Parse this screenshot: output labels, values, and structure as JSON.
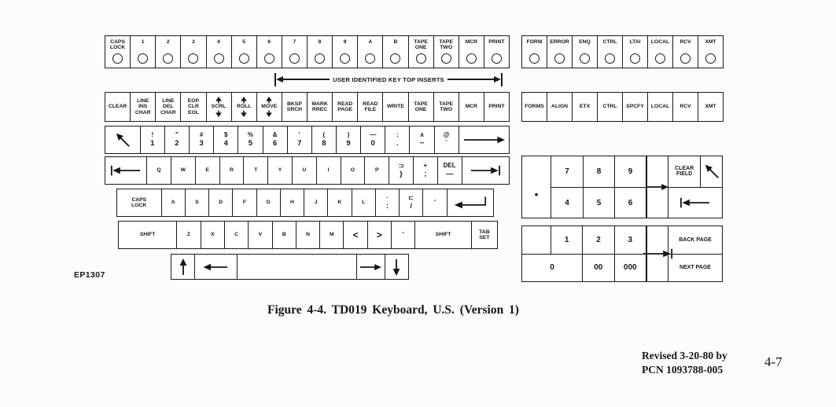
{
  "page": {
    "caption": "Figure 4-4.  TD019 Keyboard, U.S.  (Version 1)",
    "diagram_code": "EP1307",
    "revision": [
      "Revised 3-20-80 by",
      "PCN 1093788-005"
    ],
    "page_number": "4-7"
  },
  "keyboard": {
    "annotation": "USER IDENTIFIED KEY TOP INSERTS",
    "rows": {
      "indicators_left": [
        {
          "t": "CAPS\nLOCK",
          "ind": true
        },
        {
          "t": "1",
          "ind": true
        },
        {
          "t": "2",
          "ind": true
        },
        {
          "t": "3",
          "ind": true
        },
        {
          "t": "4",
          "ind": true
        },
        {
          "t": "5",
          "ind": true
        },
        {
          "t": "6",
          "ind": true
        },
        {
          "t": "7",
          "ind": true
        },
        {
          "t": "8",
          "ind": true
        },
        {
          "t": "9",
          "ind": true
        },
        {
          "t": "A",
          "ind": true
        },
        {
          "t": "B",
          "ind": true
        },
        {
          "t": "TAPE\nONE",
          "ind": true
        },
        {
          "t": "TAPE\nTWO",
          "ind": true
        },
        {
          "t": "MCR",
          "ind": true
        },
        {
          "t": "PRINT",
          "ind": true
        }
      ],
      "indicators_right": [
        {
          "t": "FORM",
          "ind": true
        },
        {
          "t": "ERROR",
          "ind": true
        },
        {
          "t": "ENQ",
          "ind": true
        },
        {
          "t": "CTRL",
          "ind": true
        },
        {
          "t": "LTAI",
          "ind": true
        },
        {
          "t": "LOCAL",
          "ind": true
        },
        {
          "t": "RCV",
          "ind": true
        },
        {
          "t": "XMT",
          "ind": true
        }
      ],
      "functions_left": [
        {
          "t": "CLEAR"
        },
        {
          "t": "LINE\nINS\nCHAR"
        },
        {
          "t": "LINE\nDEL\nCHAR"
        },
        {
          "t": "EOP\nCLR\nEOL"
        },
        {
          "t": "SCRL",
          "ud": true
        },
        {
          "t": "ROLL",
          "ud": true
        },
        {
          "t": "MOVE",
          "ud": true
        },
        {
          "t": "BKSP\nSRCH"
        },
        {
          "t": "MARK\nRREC"
        },
        {
          "t": "READ\nPAGE"
        },
        {
          "t": "READ\nFILE"
        },
        {
          "t": "WRITE"
        },
        {
          "t": "TAPE\nONE"
        },
        {
          "t": "TAPE\nTWO"
        },
        {
          "t": "MCR"
        },
        {
          "t": "PRINT"
        }
      ],
      "functions_right": [
        {
          "t": "FORMS"
        },
        {
          "t": "ALIGN"
        },
        {
          "t": "ETX"
        },
        {
          "t": "CTRL"
        },
        {
          "t": "SPCFY"
        },
        {
          "t": "LOCAL"
        },
        {
          "t": "RCV"
        },
        {
          "t": "XMT"
        }
      ],
      "row_numbers": [
        {
          "icon": "nw",
          "w": 1.45,
          "id": "home-arrow"
        },
        {
          "s": "!",
          "m": "1"
        },
        {
          "s": "\"",
          "m": "2"
        },
        {
          "s": "#",
          "m": "3"
        },
        {
          "s": "$",
          "m": "4"
        },
        {
          "s": "%",
          "m": "5"
        },
        {
          "s": "&",
          "m": "6"
        },
        {
          "s": "'",
          "m": "7"
        },
        {
          "s": "(",
          "m": "8"
        },
        {
          "s": ")",
          "m": "9"
        },
        {
          "s": "—",
          "m": "0"
        },
        {
          "s": ":",
          "m": "."
        },
        {
          "s": "∧",
          "m": "~"
        },
        {
          "s": "@",
          "m": "`"
        },
        {
          "icon": "rightlong",
          "w": 2.1,
          "id": "cursor-right"
        }
      ],
      "row_qwerty": [
        {
          "icon": "tabl",
          "w": 1.75,
          "id": "tab-left"
        },
        {
          "t": "Q"
        },
        {
          "t": "W"
        },
        {
          "t": "E"
        },
        {
          "t": "R"
        },
        {
          "t": "T"
        },
        {
          "t": "Y"
        },
        {
          "t": "U"
        },
        {
          "t": "I"
        },
        {
          "t": "O"
        },
        {
          "t": "P"
        },
        {
          "s": "⊐",
          "m": "}"
        },
        {
          "s": "+",
          "m": ";"
        },
        {
          "s": "DEL",
          "m": "—",
          "id": "del"
        },
        {
          "icon": "tabr",
          "w": 2,
          "id": "tab-right"
        }
      ],
      "row_home": [
        {
          "t": "CAPS\nLOCK",
          "w": 1.9,
          "id": "caps-lock"
        },
        {
          "t": "A"
        },
        {
          "t": "S"
        },
        {
          "t": "D"
        },
        {
          "t": "F"
        },
        {
          "t": "G"
        },
        {
          "t": "H"
        },
        {
          "t": "J"
        },
        {
          "t": "K"
        },
        {
          "t": "L"
        },
        {
          "s": "·",
          "m": ":"
        },
        {
          "s": "⊏",
          "m": "/"
        },
        {
          "s": "'",
          "m": " ",
          "id": "apostrophe"
        },
        {
          "icon": "ret",
          "w": 2,
          "id": "return"
        }
      ],
      "row_shift": [
        {
          "t": "SHIFT",
          "w": 2.5
        },
        {
          "t": "Z"
        },
        {
          "t": "X"
        },
        {
          "t": "C"
        },
        {
          "t": "V"
        },
        {
          "t": "B"
        },
        {
          "t": "N"
        },
        {
          "t": "M"
        },
        {
          "t": "<",
          "cls": "big"
        },
        {
          "t": ">",
          "cls": "big"
        },
        {
          "s": "'",
          "m": " ",
          "id": "comma"
        },
        {
          "t": "SHIFT",
          "w": 2.4
        },
        {
          "t": "TAB\nSET",
          "w": 1.1
        }
      ],
      "row_space": [
        {
          "icon": "up",
          "w": 1,
          "id": "cursor-up"
        },
        {
          "icon": "left",
          "w": 1.8,
          "id": "cursor-left"
        },
        {
          "t": " ",
          "w": 5.2,
          "id": "space-bar"
        },
        {
          "icon": "rightsm",
          "w": 1.2,
          "id": "cursor-right-small"
        },
        {
          "icon": "down",
          "w": 1,
          "id": "cursor-down"
        }
      ]
    },
    "numpad": {
      "dot": "•",
      "k7": "7",
      "k8": "8",
      "k9": "9",
      "k4": "4",
      "k5": "5",
      "k6": "6",
      "k1": "1",
      "k2": "2",
      "k3": "3",
      "k0": "0",
      "k00": "00",
      "k000": "000"
    },
    "nav": {
      "clear_field": "CLEAR\nFIELD",
      "back_page": "BACK PAGE",
      "next_page": "NEXT PAGE"
    }
  }
}
